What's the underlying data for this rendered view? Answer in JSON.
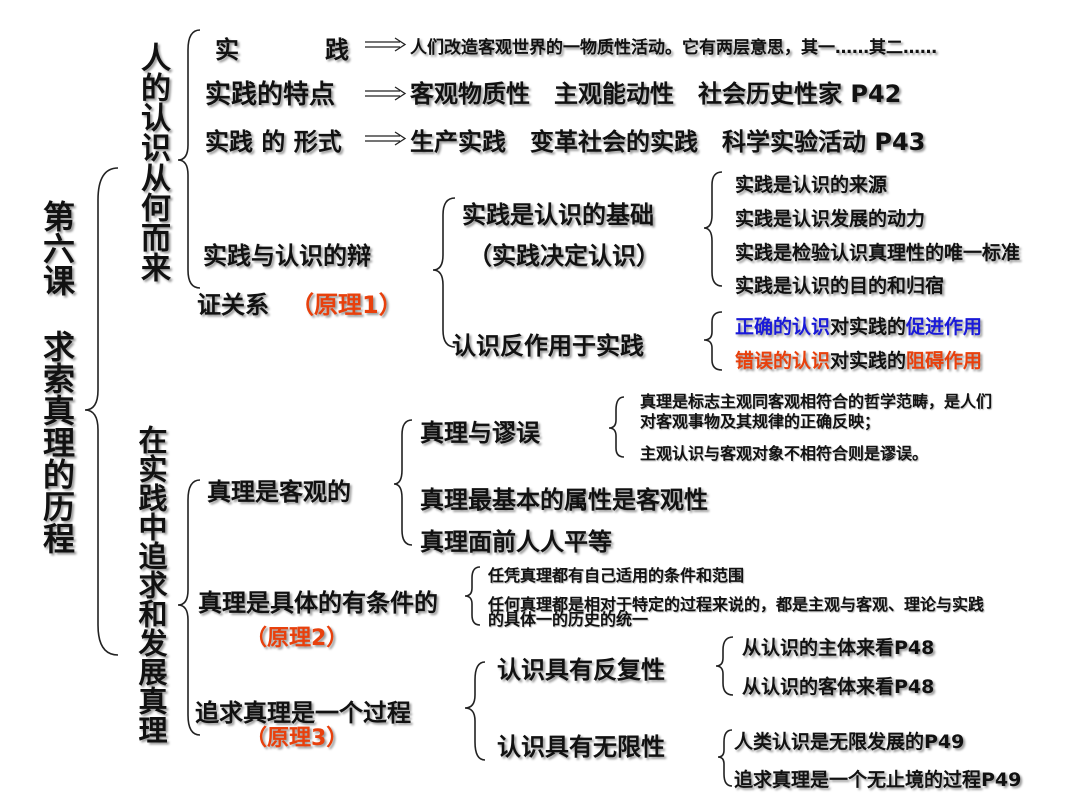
{
  "title": {
    "part1": "第六课",
    "part2": "求索真理的历程"
  },
  "branch1": {
    "title": "人的认识从何而来",
    "practice": {
      "label_a": "实",
      "label_b": "践",
      "def": "人们改造客观世界的一物质性活动。它有两层意思，其一……其二……"
    },
    "features": {
      "label": "实践的特点",
      "items": "客观物质性　主观能动性　社会历史性家 P42"
    },
    "forms": {
      "label": "实践 的 形式",
      "items": "生产实践　变革社会的实践　科学实验活动 P43"
    },
    "relation": {
      "line1": "实践与认识的辩",
      "line2": "证关系",
      "principle": "（原理1）",
      "basis": {
        "label": "实践是认识的基础",
        "sub": "（实践决定认识）",
        "items": [
          "实践是认识的来源",
          "实践是认识发展的动力",
          "实践是检验认识真理性的唯一标准",
          "实践是认识的目的和归宿"
        ]
      },
      "reaction": {
        "label": "认识反作用于实践",
        "correct": {
          "a": "正确的认识",
          "b": "对实践的",
          "c": "促进作用"
        },
        "wrong": {
          "a": "错误的认识",
          "b": "对实践的",
          "c": "阻碍作用"
        }
      }
    }
  },
  "branch2": {
    "title": "在实践中追求和发展真理",
    "objective": {
      "label": "真理是客观的",
      "truth_error": "真理与谬误",
      "te_items": [
        "真理是标志主观同客观相符合的哲学范畴，是人们",
        "对客观事物及其规律的正确反映；",
        "主观认识与客观对象不相符合则是谬误。"
      ],
      "basic": "真理最基本的属性是客观性",
      "equal": "真理面前人人平等"
    },
    "concrete": {
      "label": "真理是具体的有条件的",
      "principle": "（原理2）",
      "items": [
        "任凭真理都有自己适用的条件和范围",
        "任何真理都是相对于特定的过程来说的，都是主观与客观、理论与实践",
        "的具体一的历史的统一"
      ]
    },
    "process": {
      "label": "追求真理是一个过程",
      "principle": "（原理3）",
      "repeat": {
        "label": "认识具有反复性",
        "items": [
          "从认识的主体来看P48",
          "从认识的客体来看P48"
        ]
      },
      "infinite": {
        "label": "认识具有无限性",
        "items": [
          "人类认识是无限发展的P49",
          "追求真理是一个无止境的过程P49"
        ]
      }
    }
  }
}
